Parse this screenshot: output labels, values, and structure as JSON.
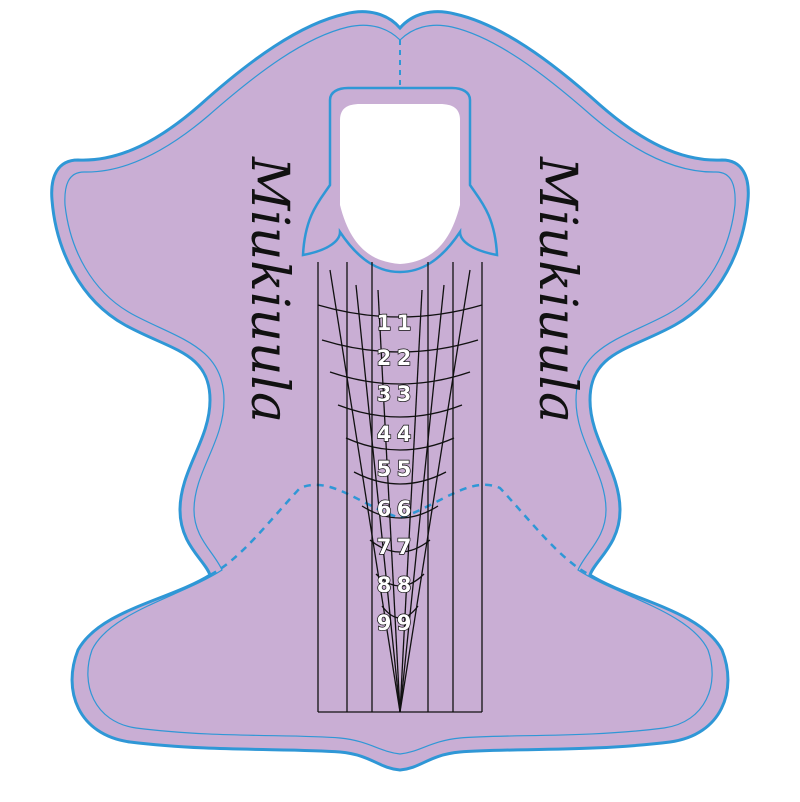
{
  "brand": {
    "left_text": "Miukiuula",
    "right_text": "Miukiuula"
  },
  "sizes": [
    {
      "left": "1",
      "right": "1"
    },
    {
      "left": "2",
      "right": "2"
    },
    {
      "left": "3",
      "right": "3"
    },
    {
      "left": "4",
      "right": "4"
    },
    {
      "left": "5",
      "right": "5"
    },
    {
      "left": "6",
      "right": "6"
    },
    {
      "left": "7",
      "right": "7"
    },
    {
      "left": "8",
      "right": "8"
    },
    {
      "left": "9",
      "right": "9"
    }
  ],
  "colors": {
    "form_fill": "#c9aed4",
    "outline": "#2f97d6",
    "guide_lines": "#111111",
    "nail_window": "#ffffff"
  }
}
